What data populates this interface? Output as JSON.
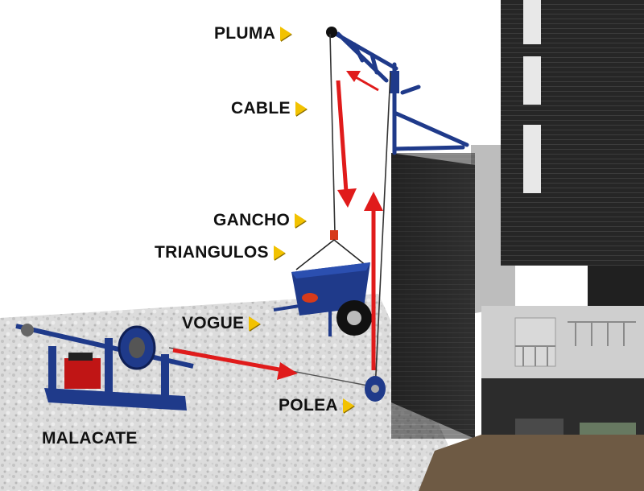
{
  "labels": {
    "pluma": "PLUMA",
    "cable": "CABLE",
    "gancho": "GANCHO",
    "triangulos": "TRIANGULOS",
    "vogue": "VOGUE",
    "polea": "POLEA",
    "malacate": "MALACATE"
  },
  "colors": {
    "arrow": "#e01b1b",
    "pointer": "#f2c200",
    "machinery": "#1f3a8a",
    "building": "#2a2a2a"
  },
  "icons": [
    "pointer-triangle-icon",
    "flow-arrow-icon"
  ]
}
